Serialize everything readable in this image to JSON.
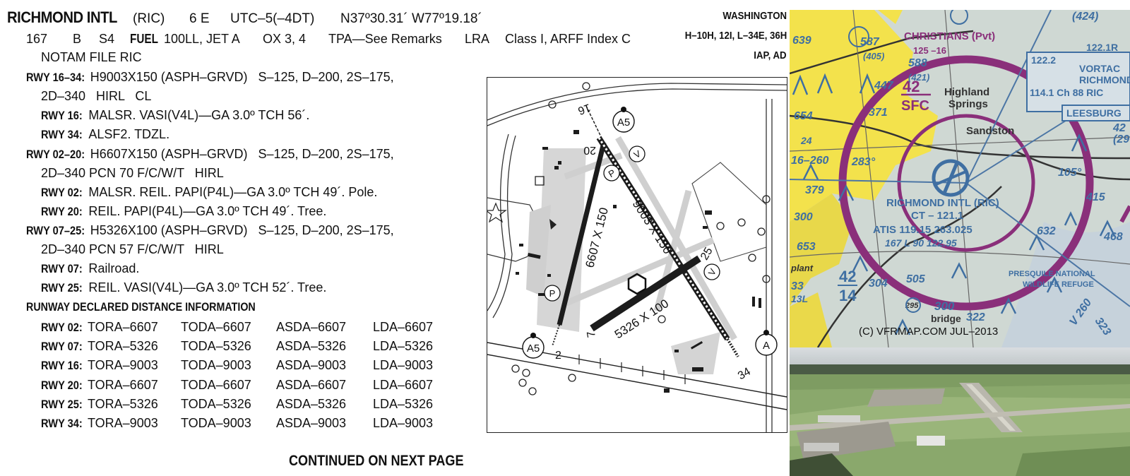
{
  "header": {
    "name": "RICHMOND INTL",
    "ident": "(RIC)",
    "dist": "6 E",
    "utc": "UTC–5(–4DT)",
    "coords": "N37º30.31´ W77º19.18´",
    "region": "WASHINGTON",
    "charts": "H–10H, 12I, L–34E, 36H",
    "iap": "IAP, AD"
  },
  "line2": {
    "elev": "167",
    "b": "B",
    "s4": "S4",
    "fuel_label": "FUEL",
    "fuel": "100LL, JET A",
    "ox": "OX 3, 4",
    "tpa": "TPA—See Remarks",
    "lra": "LRA",
    "cls": "Class I, ARFF Index C"
  },
  "notam": "NOTAM FILE RIC",
  "runways": [
    {
      "label": "RWY 16–34:",
      "line1": "H9003X150 (ASPH–GRVD)   S–125, D–200, 2S–175,",
      "line2": "2D–340   HIRL   CL",
      "ends": [
        {
          "label": "RWY 16:",
          "text": "MALSR. VASI(V4L)—GA 3.0º TCH 56´."
        },
        {
          "label": "RWY 34:",
          "text": "ALSF2. TDZL."
        }
      ]
    },
    {
      "label": "RWY 02–20:",
      "line1": "H6607X150 (ASPH–GRVD)   S–125, D–200, 2S–175,",
      "line2": "2D–340 PCN 70 F/C/W/T   HIRL",
      "ends": [
        {
          "label": "RWY 02:",
          "text": "MALSR. REIL. PAPI(P4L)—GA 3.0º TCH 49´. Pole."
        },
        {
          "label": "RWY 20:",
          "text": "REIL. PAPI(P4L)—GA 3.0º TCH 49´. Tree."
        }
      ]
    },
    {
      "label": "RWY 07–25:",
      "line1": "H5326X100 (ASPH–GRVD)   S–125, D–200, 2S–175,",
      "line2": "2D–340 PCN 57 F/C/W/T   HIRL",
      "ends": [
        {
          "label": "RWY 07:",
          "text": "Railroad."
        },
        {
          "label": "RWY 25:",
          "text": "REIL. VASI(V4L)—GA 3.0º TCH 52´. Tree."
        }
      ]
    }
  ],
  "declared": {
    "title": "RUNWAY DECLARED DISTANCE INFORMATION",
    "rows": [
      {
        "label": "RWY 02:",
        "tora": "TORA–6607",
        "toda": "TODA–6607",
        "asda": "ASDA–6607",
        "lda": "LDA–6607"
      },
      {
        "label": "RWY 07:",
        "tora": "TORA–5326",
        "toda": "TODA–5326",
        "asda": "ASDA–5326",
        "lda": "LDA–5326"
      },
      {
        "label": "RWY 16:",
        "tora": "TORA–9003",
        "toda": "TODA–9003",
        "asda": "ASDA–9003",
        "lda": "LDA–9003"
      },
      {
        "label": "RWY 20:",
        "tora": "TORA–6607",
        "toda": "TODA–6607",
        "asda": "ASDA–6607",
        "lda": "LDA–6607"
      },
      {
        "label": "RWY 25:",
        "tora": "TORA–5326",
        "toda": "TODA–5326",
        "asda": "ASDA–5326",
        "lda": "LDA–5326"
      },
      {
        "label": "RWY 34:",
        "tora": "TORA–9003",
        "toda": "TODA–9003",
        "asda": "ASDA–9003",
        "lda": "LDA–9003"
      }
    ]
  },
  "continued": "CONTINUED ON NEXT PAGE",
  "diagram": {
    "rwy_0220": "6607 X 150",
    "rwy_1634": "9003 X 150",
    "rwy_0725": "5326 X 100",
    "end_16": "16",
    "end_20": "20",
    "end_25": "25",
    "end_34": "34",
    "end_2": "2",
    "end_7": "7",
    "sym_a5": "A5",
    "sym_a": "A",
    "sym_p": "P",
    "sym_v": "V"
  },
  "sectional": {
    "place_christians": "CHRISTIANS (Pvt)",
    "christians_info": "125 –16",
    "highland": "Highland",
    "springs": "Springs",
    "sandston": "Sandston",
    "sfc_top": "42",
    "sfc": "SFC",
    "airport_name": "RICHMOND INTL (RIC)",
    "ct": "CT – 121.1",
    "atis": "ATIS 119.15 263.025",
    "elev_line": "167  L 90  122.95",
    "vortac_freq": "122.2",
    "vortac1": "122.1R",
    "vortac2": "VORTAC",
    "vortac3": "RICHMOND",
    "vortac4": "114.1 Ch 88 RIC",
    "leesburg": "LEESBURG",
    "refuge1": "PRESQUILE NATIONAL",
    "refuge2": "WILDLIFE REFUGE",
    "ceiling_top": "42",
    "ceiling_bot": "14",
    "bridge_val": "300",
    "bridge": "bridge",
    "n_424": "(424)",
    "n_639": "639",
    "n_587": "587",
    "n_405": "(405)",
    "n_588": "588",
    "n_447": "447",
    "n_421": "(421)",
    "n_371": "371",
    "n_654": "654",
    "n_24": "24",
    "n_16260": "16–260",
    "n_283": "283°",
    "n_105": "105°",
    "n_415": "415",
    "n_379": "379",
    "n_300": "300",
    "n_653": "653",
    "n_632": "632",
    "n_468": "468",
    "n_304": "304",
    "n_505": "505",
    "n_295": "295",
    "n_322": "322",
    "n_v260": "V 260",
    "n_323": "323",
    "n_29": "(29",
    "n_42r": "42",
    "n_plant": "plant",
    "n_33": "33",
    "n_13l": "13L",
    "copyright": "(C) VFRMAP.COM  JUL–2013"
  }
}
